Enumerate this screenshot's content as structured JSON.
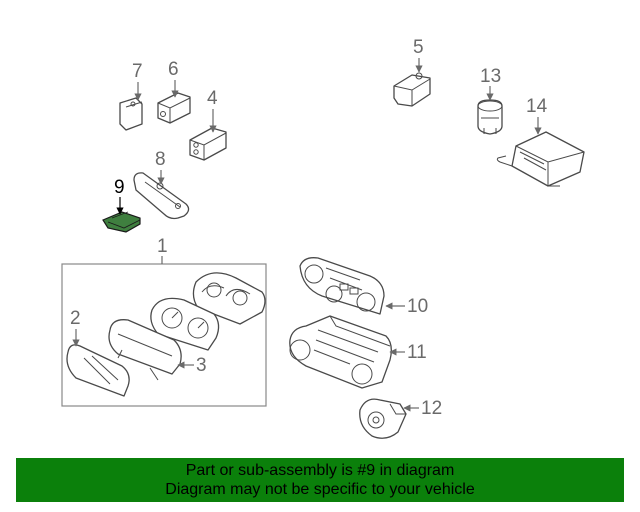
{
  "callouts": {
    "c1": "1",
    "c2": "2",
    "c3": "3",
    "c4": "4",
    "c5": "5",
    "c6": "6",
    "c7": "7",
    "c8": "8",
    "c9": "9",
    "c10": "10",
    "c11": "11",
    "c12": "12",
    "c13": "13",
    "c14": "14"
  },
  "highlight_part": "9",
  "colors": {
    "highlight_fill": "#3f7f3f",
    "banner_bg": "#0b800b",
    "line": "#4a4a4a"
  },
  "banner": {
    "line1": "Part or sub-assembly is #9 in diagram",
    "line2": "Diagram may not be specific to your vehicle"
  }
}
